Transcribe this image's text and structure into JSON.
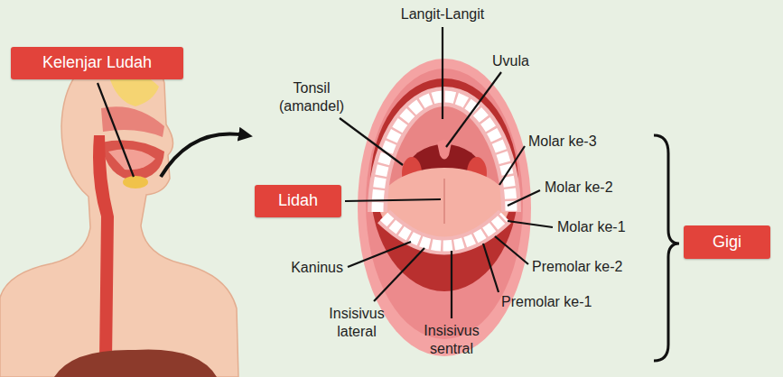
{
  "diagram": {
    "nodes": [
      {
        "text": [
          "Kelenjar Ludah"
        ]
      },
      {
        "text": [
          "Lidah"
        ]
      },
      {
        "text": [
          "Gigi"
        ]
      }
    ],
    "labels": [
      "Langit-Langit",
      "Uvula",
      "Tonsil (amandel)",
      "Molar ke-3",
      "Molar ke-2",
      "Molar ke-1",
      "Premolar ke-2",
      "Premolar ke-1",
      "Kaninus",
      "Insisivus lateral",
      "Insisivus sentral"
    ]
  }
}
